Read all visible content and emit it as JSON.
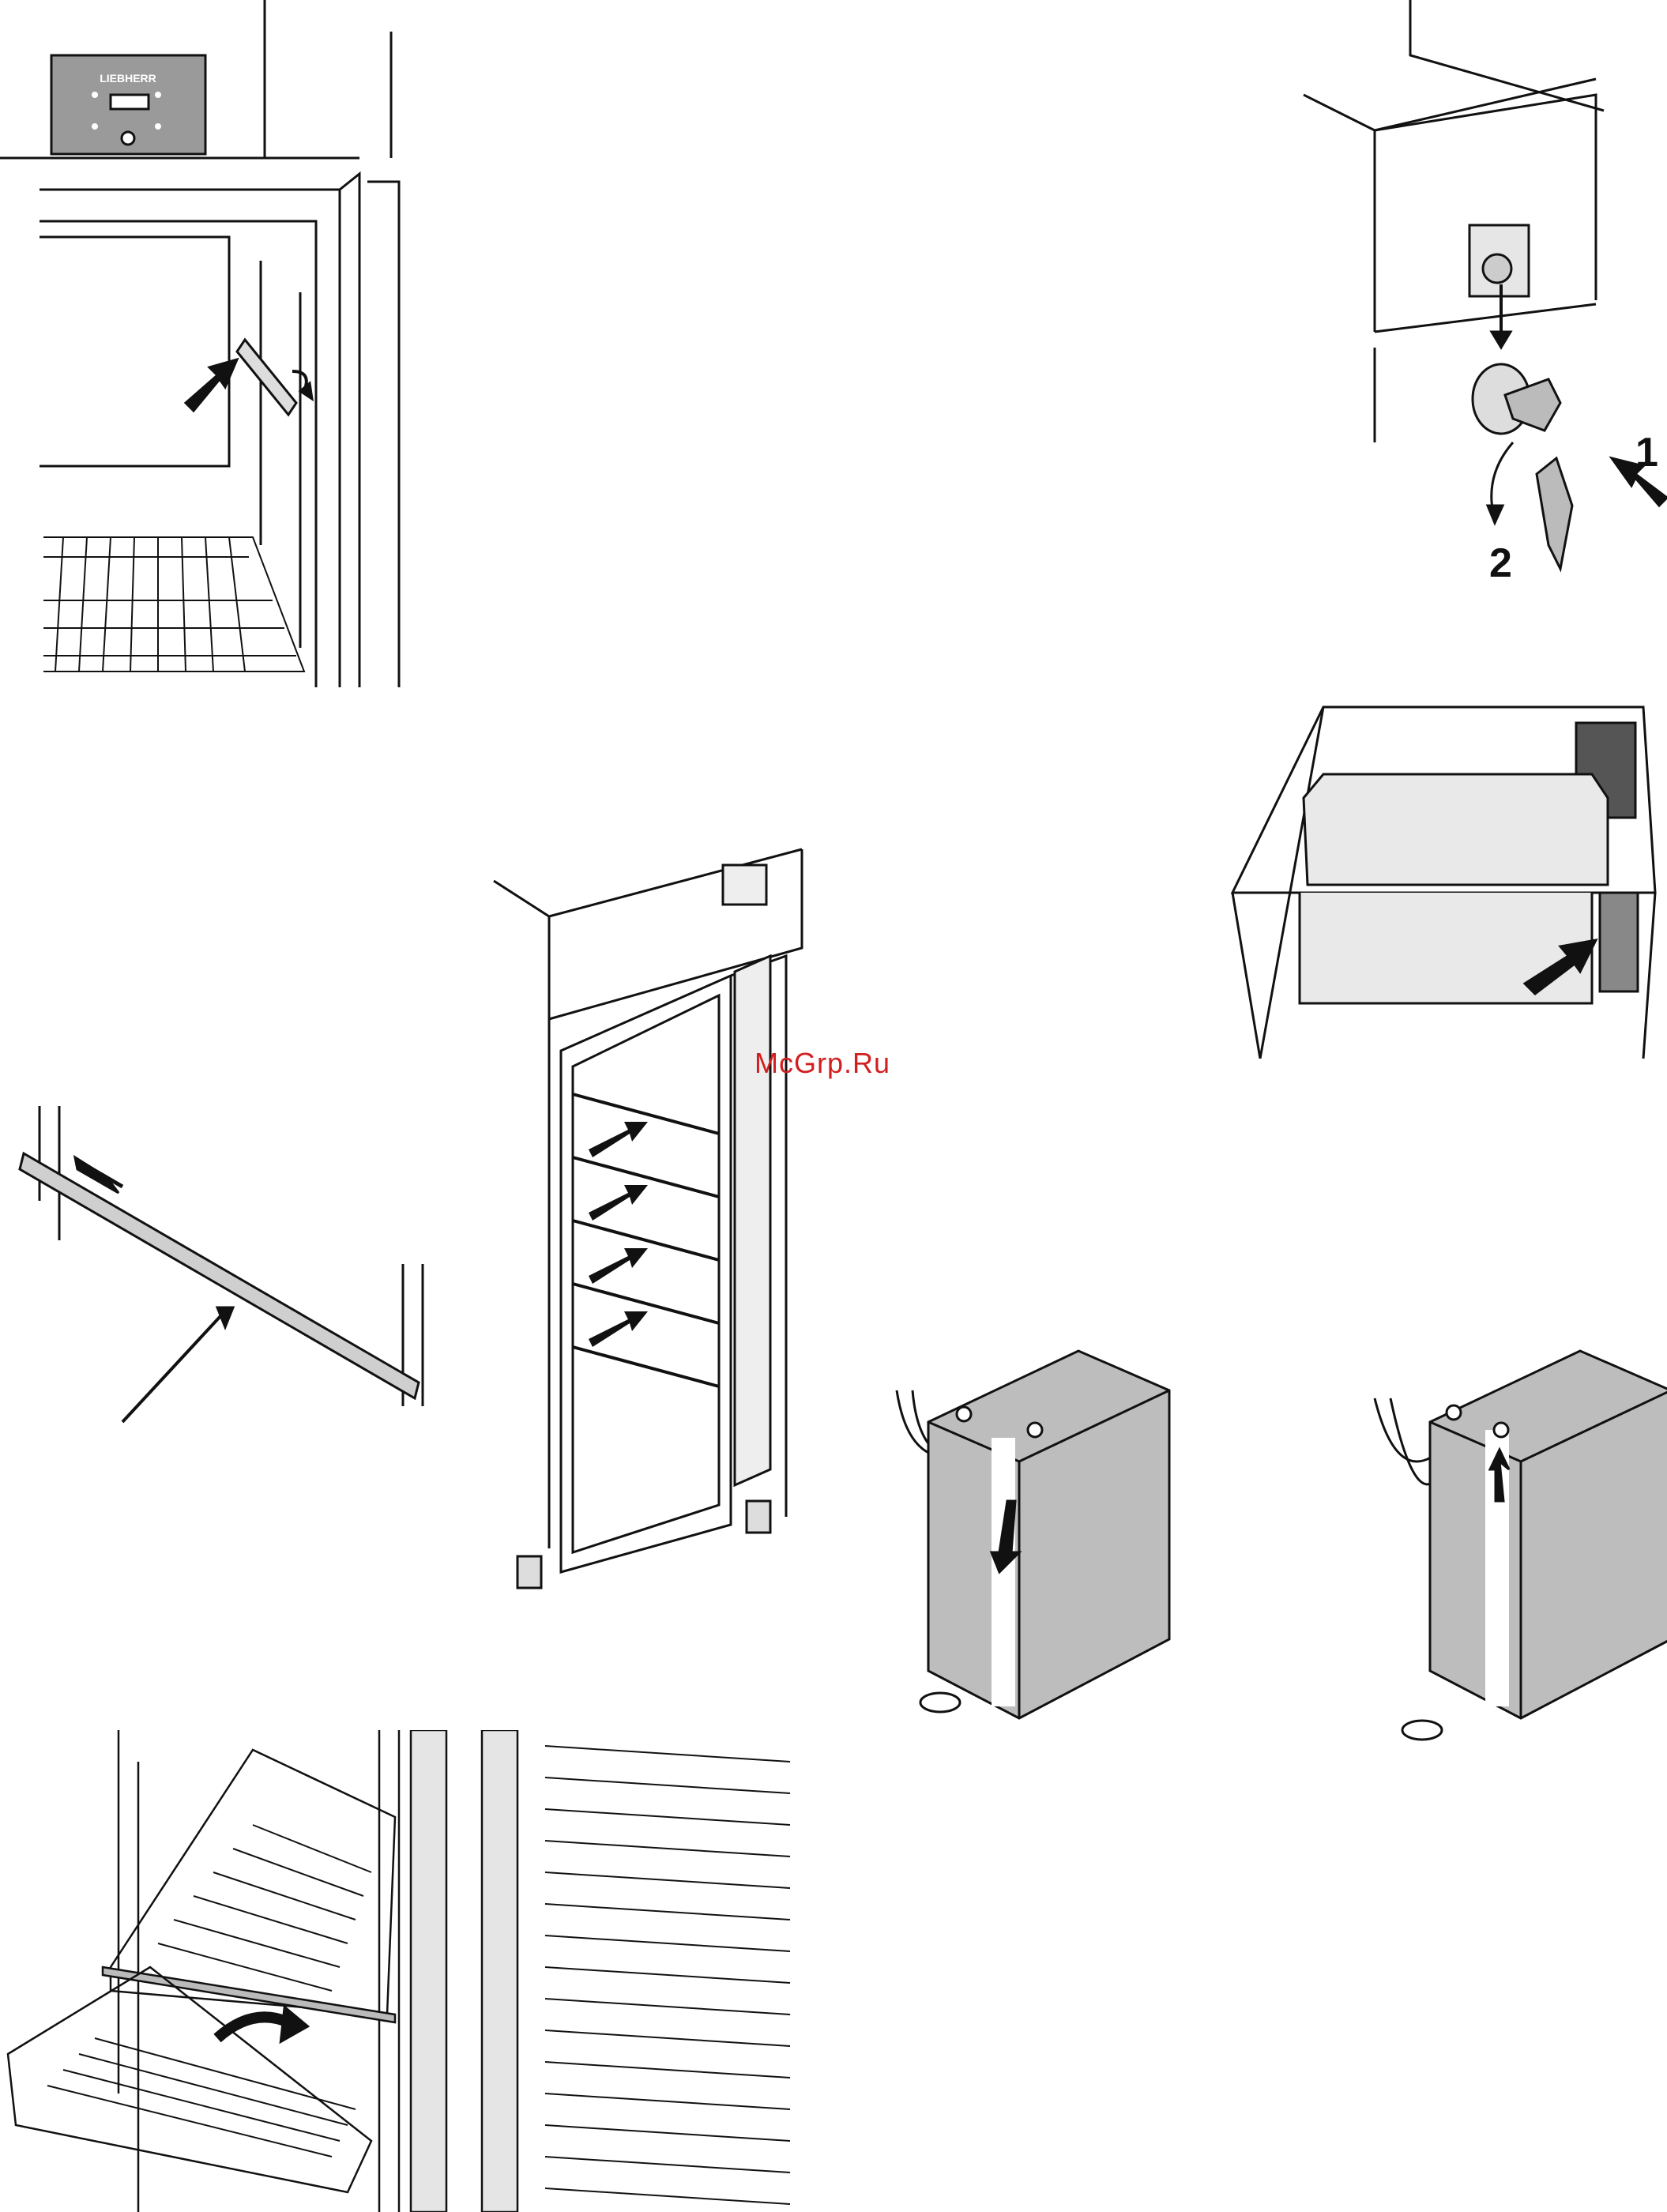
{
  "document": {
    "watermark": "McGrp.Ru",
    "control_panel_brand": "LIEBHERR",
    "lock_steps": [
      "1",
      "2"
    ]
  },
  "colors": {
    "line": "#111111",
    "panel_grey": "#9a9a9a",
    "cabinet_grey": "#c8c8c8",
    "battery_grey": "#bdbdbd",
    "watermark": "#d21f1f"
  }
}
